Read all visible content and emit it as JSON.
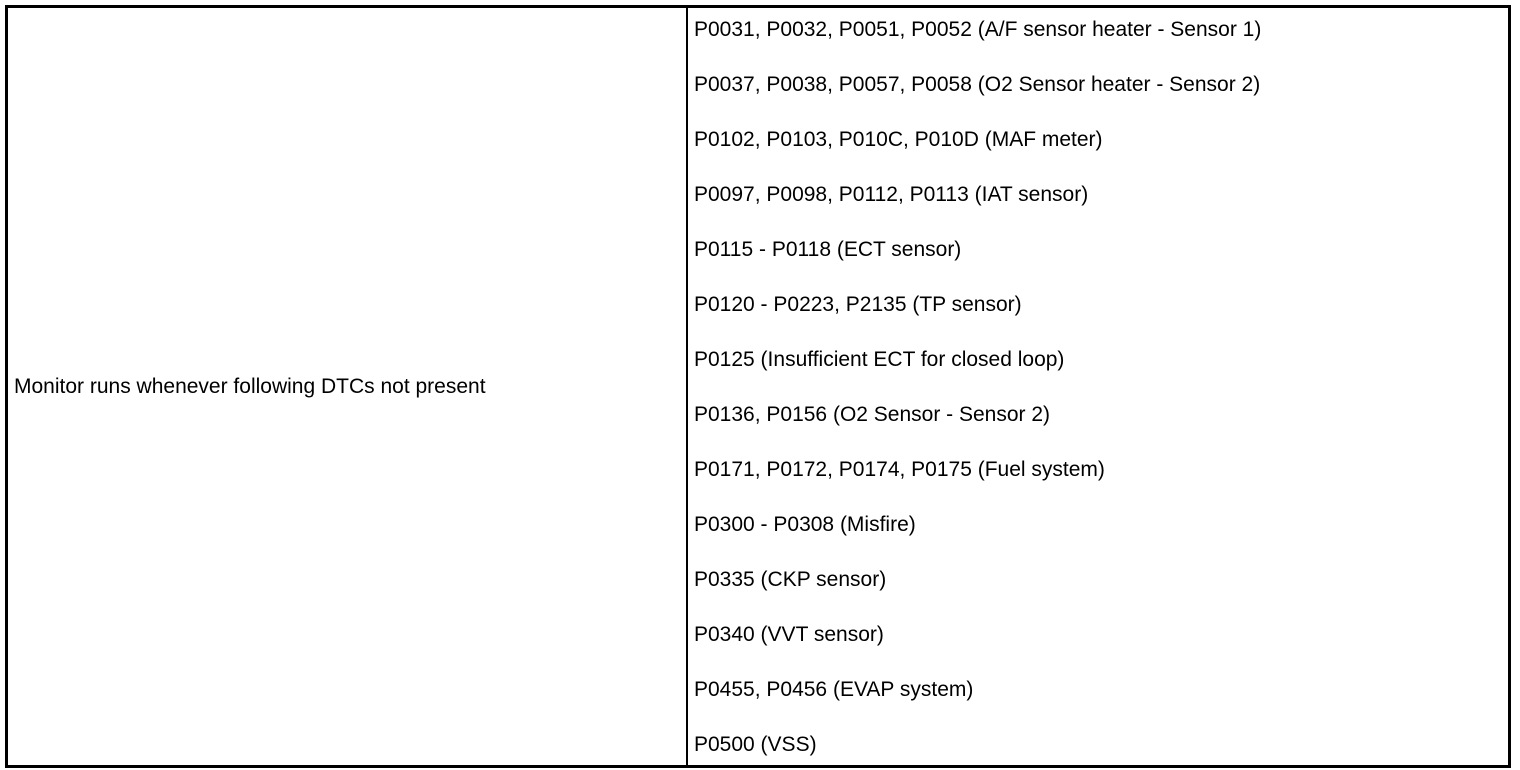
{
  "condition": {
    "label": "Monitor runs whenever following DTCs not present"
  },
  "dtc_list": [
    "P0031, P0032, P0051, P0052 (A/F sensor heater - Sensor 1)",
    "P0037, P0038, P0057, P0058 (O2 Sensor heater - Sensor 2)",
    "P0102, P0103, P010C, P010D (MAF meter)",
    "P0097, P0098, P0112, P0113 (IAT sensor)",
    "P0115 - P0118 (ECT sensor)",
    "P0120 - P0223, P2135 (TP sensor)",
    "P0125 (Insufficient ECT for closed loop)",
    "P0136, P0156 (O2 Sensor - Sensor 2)",
    "P0171, P0172, P0174, P0175 (Fuel system)",
    "P0300 - P0308 (Misfire)",
    "P0335 (CKP sensor)",
    "P0340 (VVT sensor)",
    "P0455, P0456 (EVAP system)",
    "P0500 (VSS)"
  ]
}
